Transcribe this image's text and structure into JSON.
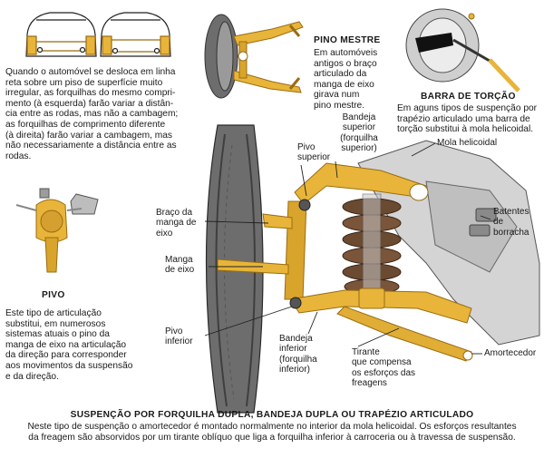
{
  "colors": {
    "yellow_part": "#e8b53a",
    "yellow_dark": "#b8841c",
    "tire": "#6d6d6d",
    "tire_dark": "#3f3f3f",
    "spring": "#6b4a32",
    "body_gray": "#c9c9c9",
    "line": "#222222"
  },
  "intro": {
    "text": "Quando o automóvel se desloca em linha\nreta sobre um piso de superfície muito\nirregular, as forquilhas do mesmo compri-\nmento (à esquerda) farão  variar a distân-\ncia entre as rodas, mas não a cambagem;\nas forquilhas de comprimento diferente\n(à direita) farão variar a cambagem, mas\nnão necessariamente a distância entre as\nrodas."
  },
  "pino_mestre": {
    "title": "PINO MESTRE",
    "text": "Em automóveis\nantigos o braço\narticulado da\nmanga de eixo\ngirava num\npino mestre."
  },
  "barra_torcao": {
    "title": "BARRA DE TORÇÃO",
    "text": "Em aguns tipos de suspenção por\ntrapézio articulado uma barra de\ntorção substitui à mola helicoidal."
  },
  "pivo": {
    "title": "PIVO",
    "text": "Este tipo de articulação\nsubstitui, em numerosos\nsistemas atuais o pino da\nmanga de eixo na articulação\nda direção para corresponder\naos movimentos da suspensão\ne da direção."
  },
  "labels": {
    "bandeja_superior": "Bandeja\nsuperior\n(forquilha\nsuperior)",
    "pivo_superior": "Pivo\nsuperior",
    "mola_helicoidal": "Mola helicoidal",
    "braco_manga": "Braço da\nmanga de\neixo",
    "manga_eixo": "Manga\nde eixo",
    "batentes": "Batentes\nde\nborracha",
    "pivo_inferior": "Pivo\ninferior",
    "bandeja_inferior": "Bandeja\ninferior\n(forquilha\ninferior)",
    "tirante": "Tirante\nque compensa\nos esforços das\nfreagens",
    "amortecedor": "Amortecedor"
  },
  "caption": {
    "title": "SUSPENÇÃO POR FORQUILHA DUPLA, BANDEJA DUPLA OU TRAPÉZIO ARTICULADO",
    "text": "Neste tipo de suspenção o amortecedor é montado normalmente no interior da mola helicoidal. Os esforços resultantes\nda freagem são absorvidos por um tirante oblíquo que liga a forquilha inferior à carroceria ou à travessa de suspensão."
  }
}
